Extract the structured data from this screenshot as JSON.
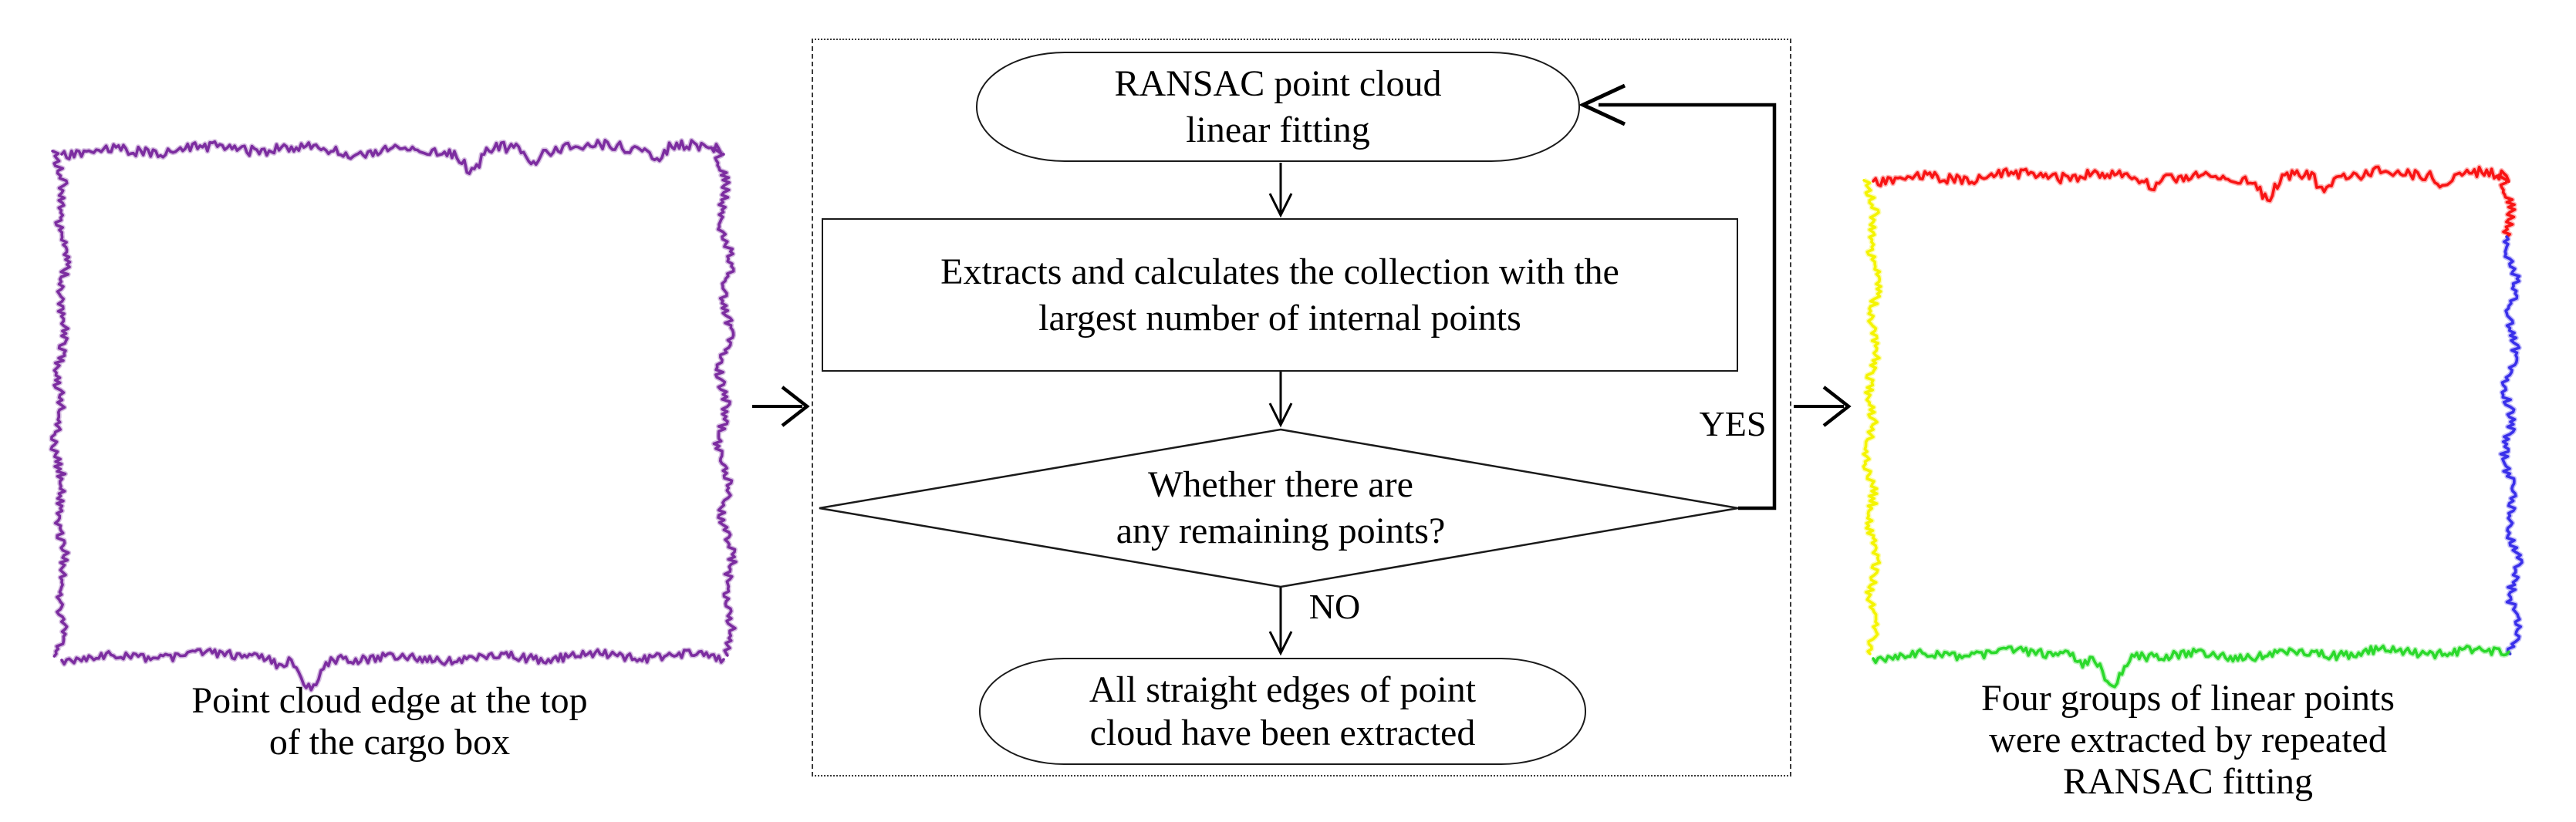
{
  "left_figure": {
    "caption": {
      "line1": "Point cloud edge at the top",
      "line2": "of the cargo box"
    },
    "point_color": "#7C2DA0"
  },
  "flowchart": {
    "start": {
      "line1": "RANSAC point cloud",
      "line2": "linear fitting"
    },
    "process": {
      "line1": "Extracts and calculates the collection with the",
      "line2": "largest number of internal points"
    },
    "decision": {
      "line1": "Whether there are",
      "line2": "any remaining points?"
    },
    "terminal": {
      "line1": "All straight edges of point",
      "line2": "cloud have been extracted"
    },
    "yes_label": "YES",
    "no_label": "NO"
  },
  "right_figure": {
    "caption": {
      "line1": "Four groups of linear points",
      "line2": "were extracted by repeated",
      "line3": "RANSAC fitting"
    },
    "edge_colors": {
      "top": "#F81414",
      "right": "#3A30EA",
      "bottom": "#2BD92B",
      "left": "#F4F400"
    }
  }
}
